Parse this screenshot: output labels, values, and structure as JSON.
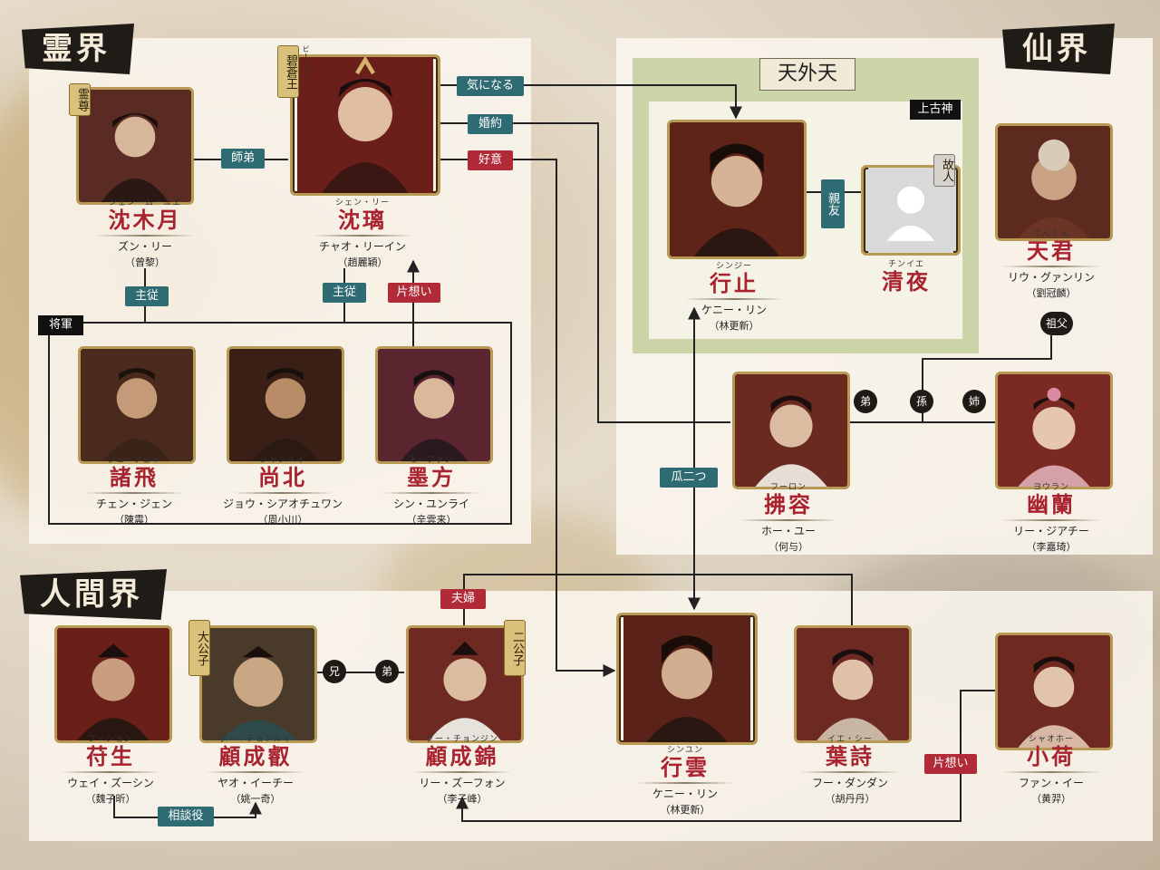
{
  "sections": {
    "reikai": "霊界",
    "senkai": "仙界",
    "ningenkai": "人間界",
    "tengaiten": "天外天",
    "jokoshin": "上古神",
    "shogun": "将軍"
  },
  "characters": {
    "shen_muyue": {
      "ruby": "シェン・ムーユエ",
      "name": "沈木月",
      "actor": "ズン・リー",
      "actor_kanji": "（曾黎）",
      "tag": "霊尊"
    },
    "shen_li": {
      "ruby": "シェン・リー",
      "name": "沈璃",
      "actor": "チャオ・リーイン",
      "actor_kanji": "（趙麗穎）",
      "tag": "碧蒼王",
      "tag_ruby": "ビーツァン"
    },
    "zhu_fei": {
      "ruby": "ジューフェイ",
      "name": "諸飛",
      "actor": "チェン・ジェン",
      "actor_kanji": "（陳震）"
    },
    "shang_bei": {
      "ruby": "シャンベイ",
      "name": "尚北",
      "actor": "ジョウ・シアオチュワン",
      "actor_kanji": "（周小川）"
    },
    "mo_fang": {
      "ruby": "モーファン",
      "name": "墨方",
      "actor": "シン・ユンライ",
      "actor_kanji": "（辛雲来）"
    },
    "xing_zhi": {
      "ruby": "シンジー",
      "name": "行止",
      "actor": "ケニー・リン",
      "actor_kanji": "（林更新）"
    },
    "qing_ye": {
      "ruby": "チンイエ",
      "name": "清夜",
      "tag": "故人"
    },
    "tian_jun": {
      "ruby": "てんくん",
      "name": "天君",
      "actor": "リウ・グァンリン",
      "actor_kanji": "（劉冠麟）"
    },
    "fu_rong": {
      "ruby": "フーロン",
      "name": "拂容",
      "actor": "ホー・ユー",
      "actor_kanji": "（何与）"
    },
    "you_lan": {
      "ruby": "ヨウラン",
      "name": "幽蘭",
      "actor": "リー・ジアチー",
      "actor_kanji": "（李嘉琦）"
    },
    "fu_sheng": {
      "ruby": "フーション",
      "name": "苻生",
      "actor": "ウェイ・ズーシン",
      "actor_kanji": "（魏子昕）"
    },
    "gu_chengrui": {
      "ruby": "グー・チョンルイ",
      "name": "顧成叡",
      "actor": "ヤオ・イーチー",
      "actor_kanji": "（姚一奇）",
      "tag": "大公子"
    },
    "gu_chengjin": {
      "ruby": "グー・チョンジン",
      "name": "顧成錦",
      "actor": "リー・ズーフォン",
      "actor_kanji": "（李子峰）",
      "tag": "二公子"
    },
    "xing_yun": {
      "ruby": "シンユン",
      "name": "行雲",
      "actor": "ケニー・リン",
      "actor_kanji": "（林更新）"
    },
    "ye_shi": {
      "ruby": "イエ・シー",
      "name": "葉詩",
      "actor": "フー・ダンダン",
      "actor_kanji": "（胡丹丹）"
    },
    "xiao_he": {
      "ruby": "シャオホー",
      "name": "小荷",
      "actor": "ファン・イー",
      "actor_kanji": "（黄羿）"
    }
  },
  "relations": {
    "kininaru": "気になる",
    "konyaku": "婚約",
    "koui": "好意",
    "shitei": "師弟",
    "shuju1": "主従",
    "shuju2": "主従",
    "kataomoi1": "片想い",
    "shinyu": "親友",
    "sofu": "祖父",
    "otouto": "弟",
    "mago": "孫",
    "ane": "姉",
    "urifutatsu": "瓜二つ",
    "fufu": "夫婦",
    "ani": "兄",
    "otouto2": "弟",
    "soudanyaku": "相談役",
    "kataomoi2": "片想い"
  },
  "colors": {
    "name_red": "#a8232f",
    "teal_tag": "#2e6b72",
    "red_tag": "#b02a38",
    "frame_gold": "#b89a55",
    "senkai_green": "#c9d2a6"
  }
}
